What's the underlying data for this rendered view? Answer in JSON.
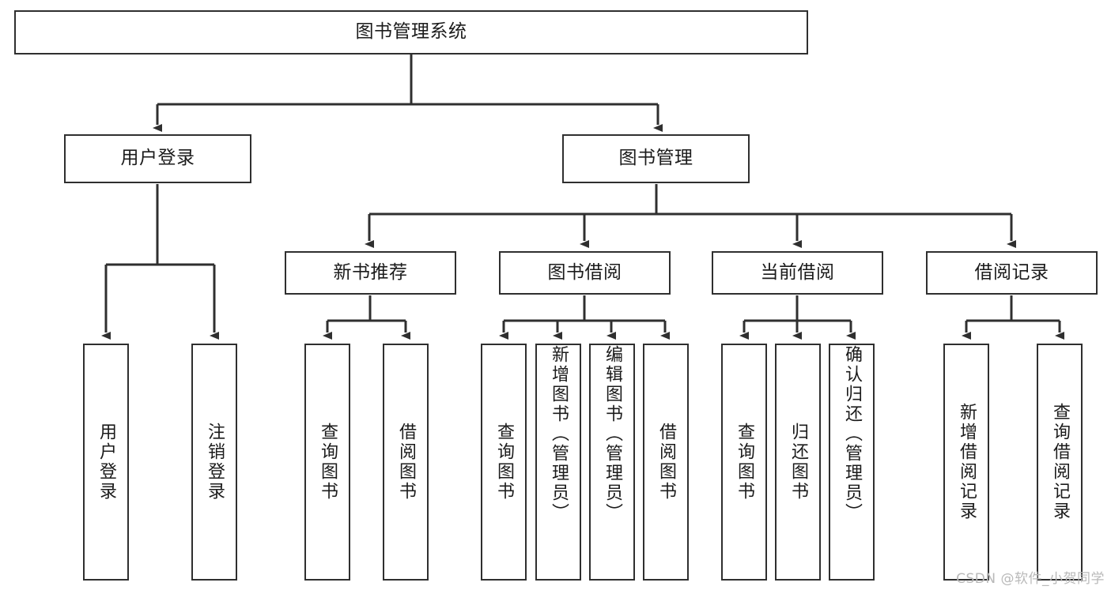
{
  "diagram": {
    "title": "图书管理系统",
    "type": "tree-hierarchy-diagram",
    "colors": {
      "background": "#ffffff",
      "stroke": "#2f2f2f",
      "text": "#1b1b1b",
      "watermark": "#b9b9b9"
    },
    "root": {
      "label": "图书管理系统"
    },
    "level2": [
      {
        "label": "用户登录"
      },
      {
        "label": "图书管理"
      }
    ],
    "level3": [
      {
        "label": "新书推荐"
      },
      {
        "label": "图书借阅"
      },
      {
        "label": "当前借阅"
      },
      {
        "label": "借阅记录"
      }
    ],
    "leaves": {
      "user_login": [
        {
          "label": "用户登录"
        },
        {
          "label": "注销登录"
        }
      ],
      "new_book_recommend": [
        {
          "label": "查询图书"
        },
        {
          "label": "借阅图书"
        }
      ],
      "book_borrow": [
        {
          "label": "查询图书"
        },
        {
          "label": "新增图书（管理员）"
        },
        {
          "label": "编辑图书（管理员）"
        },
        {
          "label": "借阅图书"
        }
      ],
      "current_borrow": [
        {
          "label": "查询图书"
        },
        {
          "label": "归还图书"
        },
        {
          "label": "确认归还（管理员）"
        }
      ],
      "borrow_records": [
        {
          "label": "新增借阅记录"
        },
        {
          "label": "查询借阅记录"
        }
      ]
    }
  },
  "watermark": {
    "text": "CSDN @软件_小贺同学"
  }
}
